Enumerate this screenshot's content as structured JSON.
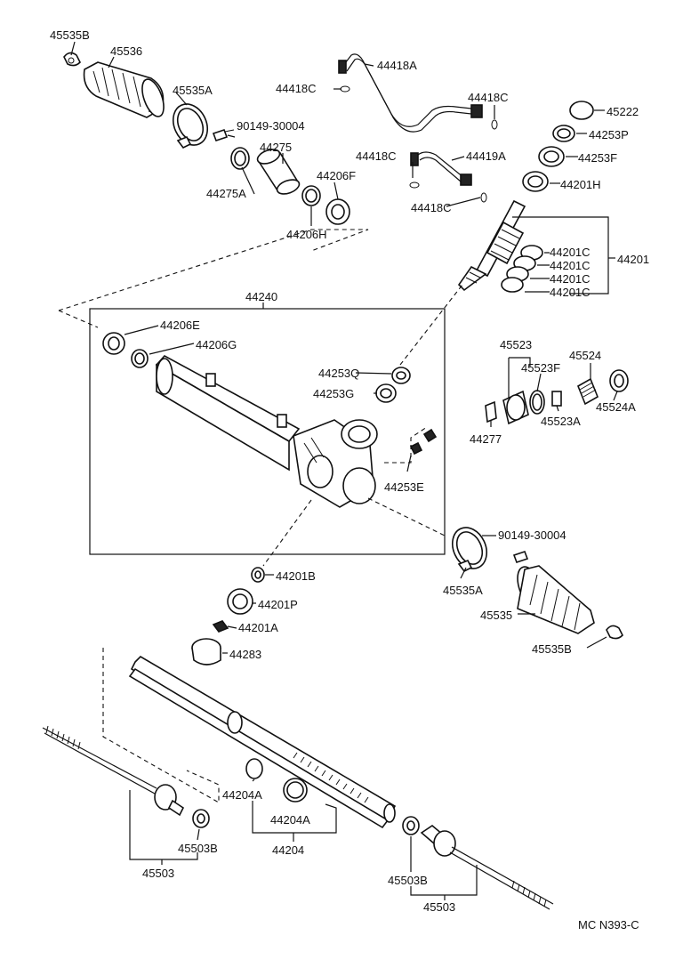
{
  "diagram": {
    "code": "MC N393-C",
    "labels": {
      "p45535B_top": "45535B",
      "p45536": "45536",
      "p45535A_top": "45535A",
      "p90149_top": "90149-30004",
      "p44275": "44275",
      "p44275A": "44275A",
      "p44206F": "44206F",
      "p44206H": "44206H",
      "p44418A": "44418A",
      "p44418C_1": "44418C",
      "p44418C_2": "44418C",
      "p44418C_3": "44418C",
      "p44418C_4": "44418C",
      "p44419A": "44419A",
      "p45222": "45222",
      "p44253P": "44253P",
      "p44253F": "44253F",
      "p44201H": "44201H",
      "p44201C_1": "44201C",
      "p44201C_2": "44201C",
      "p44201C_3": "44201C",
      "p44201C_4": "44201C",
      "p44201": "44201",
      "p44240": "44240",
      "p44206E": "44206E",
      "p44206G": "44206G",
      "p44253Q": "44253Q",
      "p44253G": "44253G",
      "p44253E": "44253E",
      "p45523": "45523",
      "p45523F": "45523F",
      "p45524": "45524",
      "p45524A": "45524A",
      "p45523A": "45523A",
      "p44277": "44277",
      "p90149_bot": "90149-30004",
      "p45535A_bot": "45535A",
      "p45535": "45535",
      "p45535B_bot": "45535B",
      "p44201B": "44201B",
      "p44201P": "44201P",
      "p44201A": "44201A",
      "p44283": "44283",
      "p44204A_1": "44204A",
      "p44204A_2": "44204A",
      "p44204": "44204",
      "p45503B_left": "45503B",
      "p45503_left": "45503",
      "p45503B_right": "45503B",
      "p45503_right": "45503"
    }
  }
}
